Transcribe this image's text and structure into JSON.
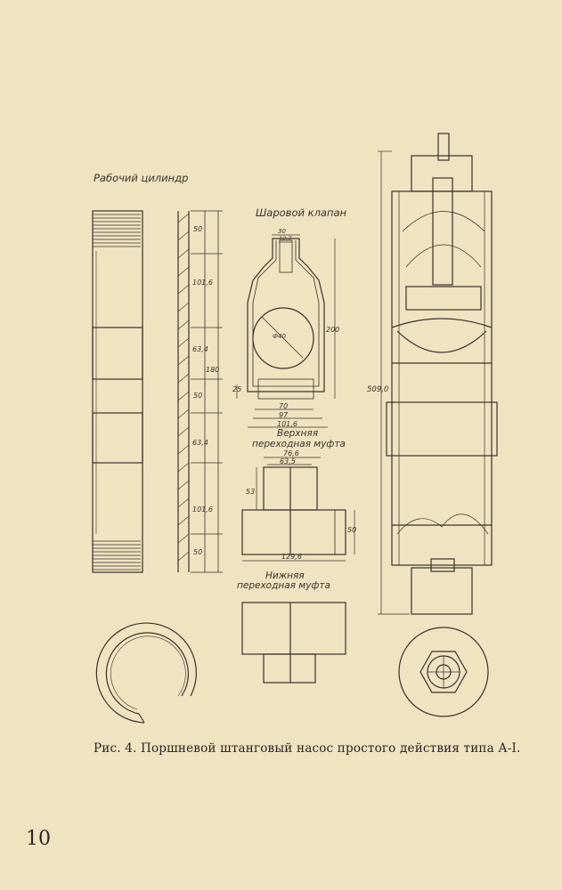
{
  "labels": {
    "working_cylinder": "Рабочий цилиндр",
    "ball_valve": "Шаровой клапан",
    "upper_coupling": [
      "Верхняя",
      "переходная муфта"
    ],
    "lower_coupling": [
      "Нижняя",
      "переходная муфта"
    ]
  },
  "dimensions": {
    "cylinder": [
      "50",
      "101,6",
      "63,4",
      "180",
      "50",
      "63,4",
      "101,6",
      "50"
    ],
    "valve": [
      "30",
      "12,7",
      "200",
      "Ф40",
      "25",
      "70",
      "97",
      "101,6"
    ],
    "upper_coupling": [
      "76,6",
      "63,5",
      "53",
      "50",
      "129,6"
    ],
    "pump_total": "509,0"
  },
  "caption": "Рис. 4. Поршневой штанговый насос простого действия типа А-I.",
  "page_number": "10"
}
